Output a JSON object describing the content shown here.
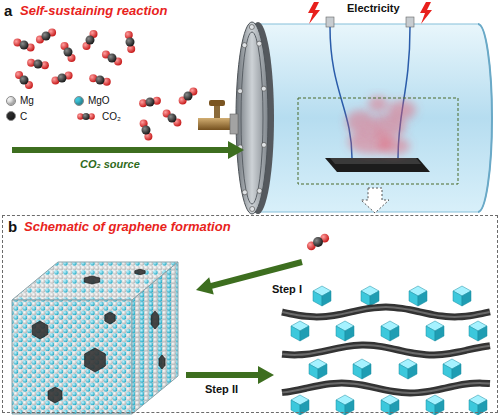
{
  "diagram": {
    "nodes": [
      {
        "text": [
          "b",
          "Schematic of graphene formation"
        ]
      }
    ],
    "labels": [
      "a",
      "Self-sustaining reaction",
      "Electricity",
      "CO₂ source",
      "Step I",
      "Step II"
    ],
    "legend": [
      {
        "text": "Mg",
        "color": "#f0f0f0"
      },
      {
        "text": "MgO",
        "color": "#3ec7dc"
      },
      {
        "text": "C",
        "color": "#2b2b2b"
      },
      {
        "text": "CO₂"
      }
    ]
  }
}
